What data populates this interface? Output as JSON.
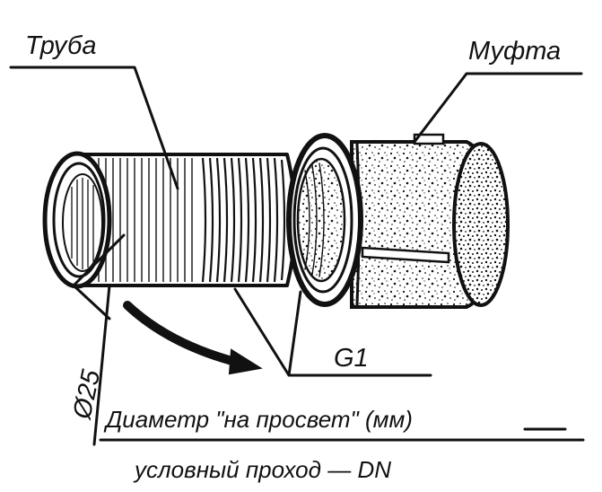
{
  "labels": {
    "pipe": "Труба",
    "coupling": "Муфта",
    "thread": "G1",
    "diameter_symbol": "Ø25",
    "bore_diameter": "Диаметр \"на просвет\" (мм)",
    "nominal_bore": "условный проход — DN"
  },
  "colors": {
    "ink": "#111111",
    "paper": "#ffffff",
    "shade": "#777777"
  }
}
